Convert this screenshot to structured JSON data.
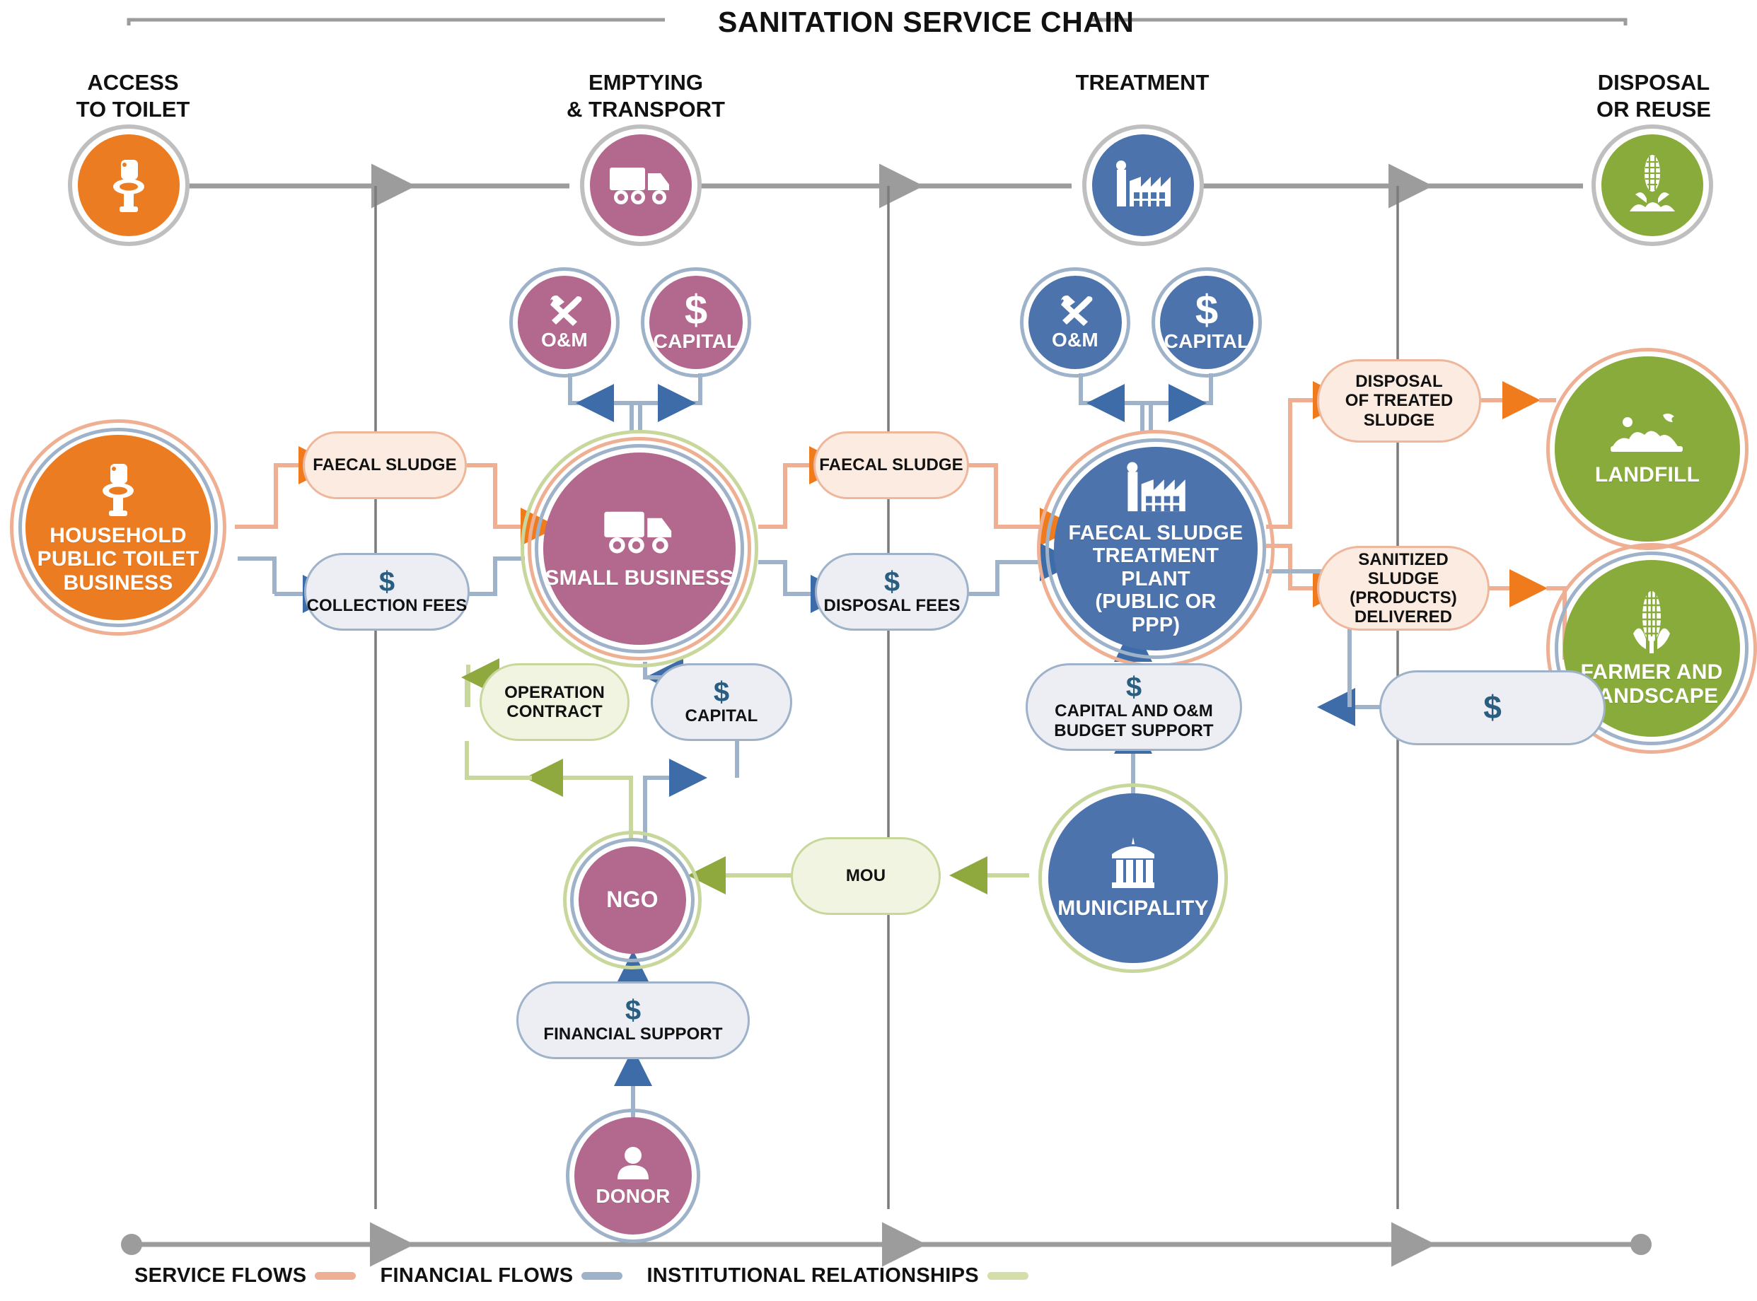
{
  "header": {
    "chain_title": "SANITATION SERVICE CHAIN"
  },
  "stages": [
    {
      "id": "access",
      "label_line1": "ACCESS",
      "label_line2": "TO TOILET",
      "icon": "toilet-icon",
      "color": "#EC7C22"
    },
    {
      "id": "emptying",
      "label_line1": "EMPTYING",
      "label_line2": "& TRANSPORT",
      "icon": "truck-icon",
      "color": "#B3698E"
    },
    {
      "id": "treatment",
      "label_line1": "TREATMENT",
      "label_line2": "",
      "icon": "factory-icon",
      "color": "#4D73AC"
    },
    {
      "id": "disposal",
      "label_line1": "DISPOSAL",
      "label_line2": "OR REUSE",
      "icon": "corn-icon",
      "color": "#88AB3C"
    }
  ],
  "actors": {
    "household": {
      "label": "HOUSEHOLD\nPUBLIC TOILET\nBUSINESS",
      "lines": [
        "HOUSEHOLD",
        "PUBLIC TOILET",
        "BUSINESS"
      ],
      "icon": "toilet-icon",
      "color": "#EC7C22"
    },
    "small_business": {
      "lines": [
        "SMALL BUSINESS"
      ],
      "icon": "truck-icon",
      "color": "#B3698E"
    },
    "fstp": {
      "lines": [
        "FAECAL SLUDGE",
        "TREATMENT",
        "PLANT",
        "(PUBLIC OR",
        "PPP)"
      ],
      "icon": "factory-icon",
      "color": "#4D73AC"
    },
    "landfill": {
      "lines": [
        "LANDFILL"
      ],
      "icon": "landfill-icon",
      "color": "#88AB3C"
    },
    "farmer": {
      "lines": [
        "FARMER AND",
        "LANDSCAPE"
      ],
      "icon": "corn-icon",
      "color": "#88AB3C"
    },
    "ngo": {
      "lines": [
        "NGO"
      ],
      "icon": "none",
      "color": "#B3698E"
    },
    "donor": {
      "lines": [
        "DONOR"
      ],
      "icon": "person-icon",
      "color": "#B3698E"
    },
    "municipality": {
      "lines": [
        "MUNICIPALITY"
      ],
      "icon": "govbuilding-icon",
      "color": "#4D73AC"
    }
  },
  "bubbles": {
    "om_sb": {
      "label": "O&M",
      "icon": "tools-icon",
      "color": "#B3698E"
    },
    "capital_sb": {
      "label": "CAPITAL",
      "icon": "dollar-icon",
      "color": "#B3698E"
    },
    "om_fstp": {
      "label": "O&M",
      "icon": "tools-icon",
      "color": "#4D73AC"
    },
    "capital_fstp": {
      "label": "CAPITAL",
      "icon": "dollar-icon",
      "color": "#4D73AC"
    }
  },
  "flows": {
    "faecal_sludge_1": {
      "label": "FAECAL SLUDGE",
      "type": "service",
      "dollar": false
    },
    "collection_fees": {
      "label": "COLLECTION FEES",
      "type": "financial",
      "dollar": true
    },
    "faecal_sludge_2": {
      "label": "FAECAL SLUDGE",
      "type": "service",
      "dollar": false
    },
    "disposal_fees": {
      "label": "DISPOSAL FEES",
      "type": "financial",
      "dollar": true
    },
    "operation_contract": {
      "label": "OPERATION\nCONTRACT",
      "lines": [
        "OPERATION",
        "CONTRACT"
      ],
      "type": "institutional",
      "dollar": false
    },
    "capital_ngo": {
      "label": "CAPITAL",
      "type": "financial",
      "dollar": true
    },
    "financial_support": {
      "label": "FINANCIAL SUPPORT",
      "type": "financial",
      "dollar": true
    },
    "mou": {
      "label": "MOU",
      "type": "institutional",
      "dollar": false
    },
    "budget_support": {
      "label": "CAPITAL AND O&M\nBUDGET SUPPORT",
      "lines": [
        "CAPITAL AND O&M",
        "BUDGET SUPPORT"
      ],
      "type": "financial",
      "dollar": true
    },
    "disposal_treated": {
      "label": "DISPOSAL\nOF TREATED\nSLUDGE",
      "lines": [
        "DISPOSAL",
        "OF TREATED",
        "SLUDGE"
      ],
      "type": "service",
      "dollar": false
    },
    "sanitized_sludge": {
      "label": "SANITIZED\nSLUDGE (PRODUCTS)\nDELIVERED",
      "lines": [
        "SANITIZED",
        "SLUDGE (PRODUCTS)",
        "DELIVERED"
      ],
      "type": "service",
      "dollar": false
    },
    "payment_farmer": {
      "label": "",
      "type": "financial",
      "dollar": true
    }
  },
  "legend": {
    "items": [
      {
        "label": "SERVICE FLOWS",
        "color": "#EEAF93"
      },
      {
        "label": "FINANCIAL FLOWS",
        "color": "#9EB2C9"
      },
      {
        "label": "INSTITUTIONAL RELATIONSHIPS",
        "color": "#D3DEA8"
      }
    ]
  },
  "colors": {
    "orange": "#EC7C22",
    "magenta": "#B3698E",
    "blue": "#4D73AC",
    "green": "#88AB3C",
    "service_line": "#EEAF93",
    "service_arrow": "#F07B1D",
    "financial_line": "#9EB2C9",
    "financial_arrow": "#3E6CA8",
    "institutional_line": "#C8D79B",
    "institutional_arrow": "#8FA93F",
    "axis_grey": "#9C9C9C",
    "dollar_text": "#2A5E80"
  }
}
